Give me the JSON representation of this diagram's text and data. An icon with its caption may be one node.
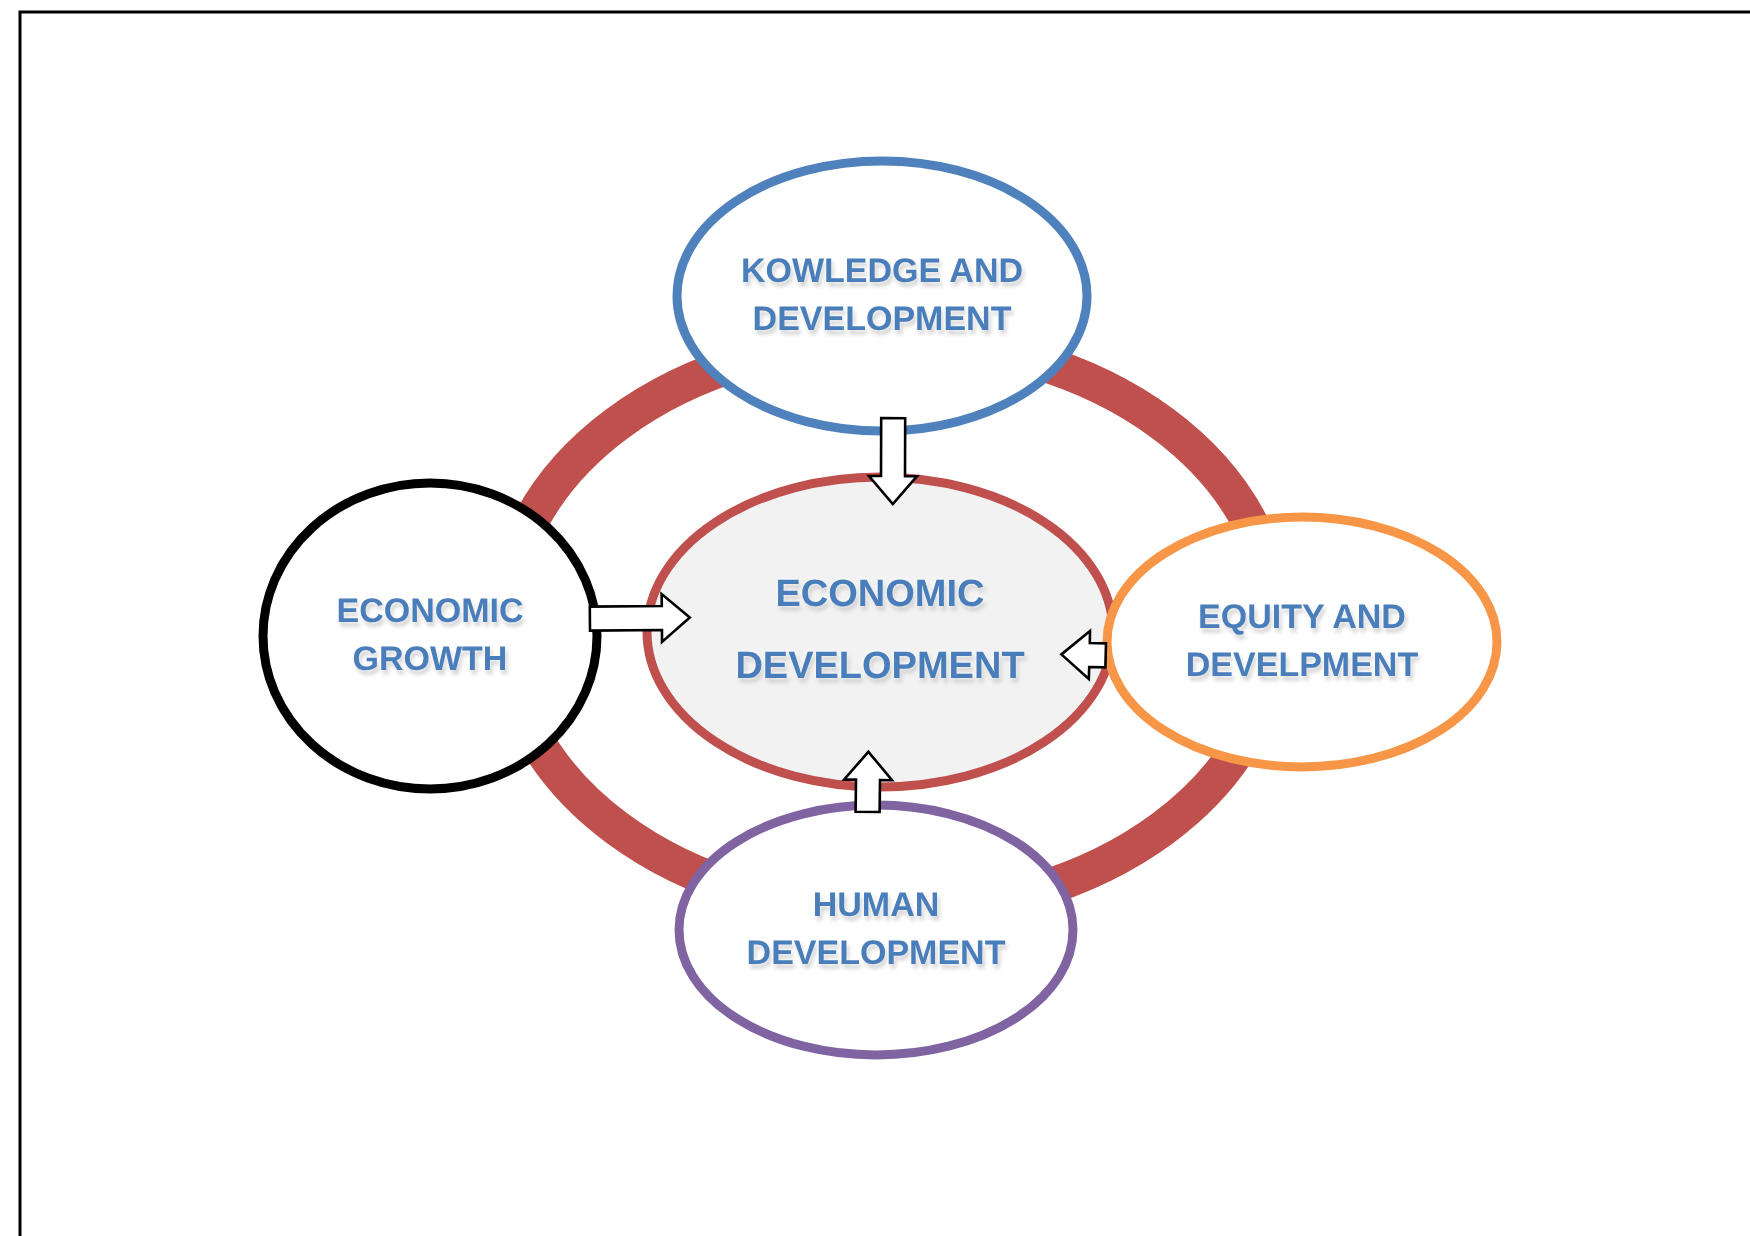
{
  "diagram": {
    "nodes": [
      {
        "text": [
          "KOWLEDGE AND DEVELOPMENT"
        ]
      },
      {
        "text": [
          "ECONOMIC GROWTH"
        ]
      },
      {
        "text": [
          "ECONOMIC DEVELOPMENT"
        ]
      },
      {
        "text": [
          "EQUITY AND DEVELPMENT"
        ]
      },
      {
        "text": [
          "HUMAN DEVELOPMENT"
        ]
      }
    ],
    "edges": [
      {
        "from": 0,
        "to": 2,
        "arrow": "to"
      },
      {
        "from": 1,
        "to": 2,
        "arrow": "to"
      },
      {
        "from": 3,
        "to": 2,
        "arrow": "to"
      },
      {
        "from": 4,
        "to": 2,
        "arrow": "to"
      }
    ]
  }
}
